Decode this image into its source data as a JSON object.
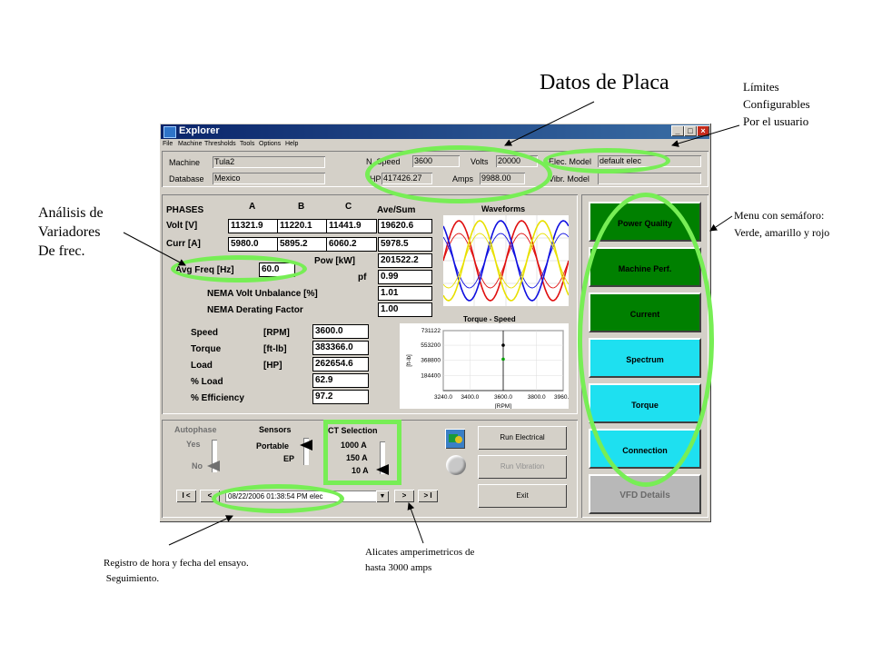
{
  "annotations": {
    "datos_placa": "Datos de Placa",
    "limites": [
      "Límites",
      "Configurables",
      "Por el usuario"
    ],
    "analisis": [
      "Análisis de",
      "Variadores",
      "De frec."
    ],
    "menu_semaforo": [
      "Menu con semáforo:",
      "Verde, amarillo  y rojo"
    ],
    "registro": [
      "Registro de hora y fecha del ensayo.",
      " Seguimiento."
    ],
    "alicates": [
      "Alicates amperimetricos de",
      "hasta 3000 amps"
    ]
  },
  "window": {
    "title": "Explorer",
    "controls": {
      "minimize": "_",
      "maximize": "□",
      "close": "×"
    },
    "menu": [
      "File",
      "Machine",
      "Thresholds",
      "Tools",
      "Options",
      "Help"
    ]
  },
  "header": {
    "machine_label": "Machine",
    "machine_value": "Tula2",
    "database_label": "Database",
    "database_value": "Mexico",
    "nspeed_label": "N. Speed",
    "nspeed_value": "3600",
    "volts_label": "Volts",
    "volts_value": "20000",
    "hp_label": "HP",
    "hp_value": "417426.27",
    "amps_label": "Amps",
    "amps_value": "9988.00",
    "elec_model_label": "Elec. Model",
    "elec_model_value": "default elec",
    "vibr_model_label": "Vibr. Model",
    "vibr_model_value": ""
  },
  "phases": {
    "title": "PHASES",
    "col_a": "A",
    "col_b": "B",
    "col_c": "C",
    "col_avg": "Ave/Sum",
    "volt_label": "Volt [V]",
    "curr_label": "Curr [A]",
    "volt": [
      "11321.9",
      "11220.1",
      "11441.9",
      "19620.6"
    ],
    "curr": [
      "5980.0",
      "5895.2",
      "6060.2",
      "5978.5"
    ],
    "freq_label": "Avg Freq [Hz]",
    "freq_value": "60.0",
    "pow_label": "Pow [kW]",
    "pow_value": "201522.2",
    "pf_label": "pf",
    "pf_value": "0.99",
    "unbalance_label": "NEMA Volt Unbalance [%]",
    "unbalance_value": "1.01",
    "derating_label": "NEMA Derating Factor",
    "derating_value": "1.00"
  },
  "mech": {
    "rows": [
      {
        "label": "Speed",
        "unit": "[RPM]",
        "value": "3600.0"
      },
      {
        "label": "Torque",
        "unit": "[ft-lb]",
        "value": "383366.0"
      },
      {
        "label": "Load",
        "unit": "[HP]",
        "value": "262654.6"
      },
      {
        "label": "% Load",
        "unit": "",
        "value": "62.9"
      },
      {
        "label": "% Efficiency",
        "unit": "",
        "value": "97.2"
      }
    ]
  },
  "waveforms": {
    "title": "Waveforms",
    "colors": {
      "red": "#e01010",
      "blue": "#1010e0",
      "yellow": "#e8e000"
    }
  },
  "chart_data": {
    "type": "scatter",
    "title": "Torque - Speed",
    "xlabel": "[RPM]",
    "ylabel": "[ft-lb]",
    "xlim": [
      3240,
      3960
    ],
    "ylim": [
      0,
      731122
    ],
    "x_ticks": [
      "3240.0",
      "3400.0",
      "3600.0",
      "3800.0",
      "3960.0"
    ],
    "y_ticks": [
      "731122",
      "553200",
      "368800",
      "184400"
    ],
    "series": [
      {
        "x": [
          3600.0
        ],
        "y": [
          553200
        ],
        "color": "#000000"
      },
      {
        "x": [
          3600.0
        ],
        "y": [
          383366
        ],
        "color": "#00a000"
      }
    ]
  },
  "controls": {
    "autophase_label": "Autophase",
    "autophase_yes": "Yes",
    "autophase_no": "No",
    "sensors_label": "Sensors",
    "sensor_portable": "Portable",
    "sensor_ep": "EP",
    "ct_label": "CT Selection",
    "ct_options": [
      "1000 A",
      "150 A",
      "10 A"
    ]
  },
  "buttons": {
    "run_electrical": "Run Electrical",
    "run_vibration": "Run Vibration",
    "exit": "Exit",
    "nav_first": "I <",
    "nav_prev": "<",
    "nav_next": ">",
    "nav_last": "> I",
    "record_value": "08/22/2006 01:38:54 PM elec",
    "dropdown_arrow": "▼"
  },
  "sidebar": {
    "items": [
      {
        "label": "Power Quality",
        "color": "green"
      },
      {
        "label": "Machine Perf.",
        "color": "green"
      },
      {
        "label": "Current",
        "color": "green"
      },
      {
        "label": "Spectrum",
        "color": "cyan"
      },
      {
        "label": "Torque",
        "color": "cyan"
      },
      {
        "label": "Connection",
        "color": "cyan"
      },
      {
        "label": "VFD Details",
        "color": "grey"
      }
    ]
  }
}
